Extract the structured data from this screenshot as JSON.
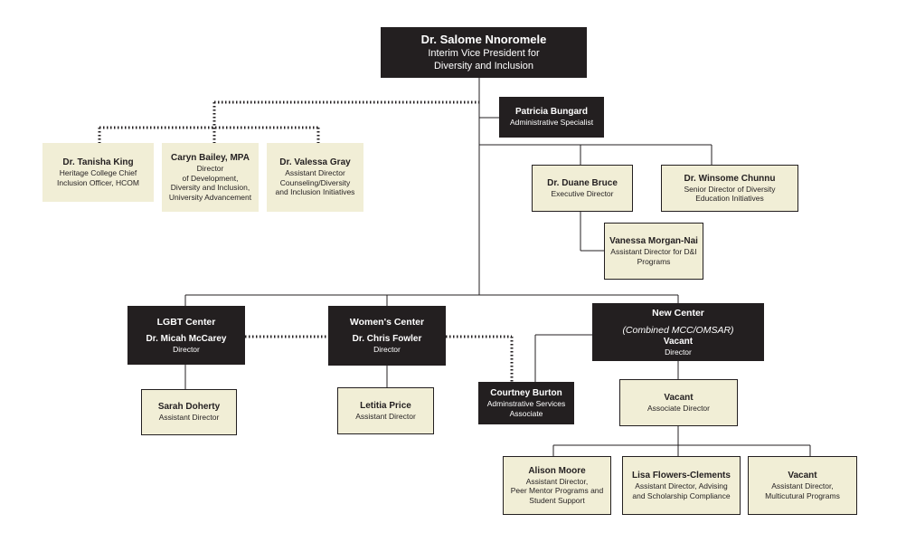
{
  "root": {
    "name": "Dr. Salome Nnoromele",
    "title1": "Interim Vice President for",
    "title2": "Diversity and Inclusion"
  },
  "assistant": {
    "name": "Patricia Bungard",
    "title": "Administrative Specialist"
  },
  "dotted_reports": [
    {
      "name": "Dr. Tanisha King",
      "title1": "Heritage College Chief",
      "title2": "Inclusion Officer, HCOM"
    },
    {
      "name": "Caryn Bailey, MPA",
      "title1": "Director",
      "title2": "of Development,",
      "title3": "Diversity and Inclusion,",
      "title4": "University Advancement"
    },
    {
      "name": "Dr. Valessa Gray",
      "title1": "Assistant Director",
      "title2": "Counseling/Diversity",
      "title3": "and Inclusion Initiatives"
    }
  ],
  "right_branch": {
    "bruce": {
      "name": "Dr. Duane Bruce",
      "title": "Executive Director"
    },
    "chunnu": {
      "name": "Dr. Winsome Chunnu",
      "title1": "Senior Director of Diversity",
      "title2": "Education Initiatives"
    },
    "morgan": {
      "name": "Vanessa Morgan-Nai",
      "title1": "Assistant Director for D&I",
      "title2": "Programs"
    }
  },
  "centers": {
    "lgbt": {
      "center": "LGBT Center",
      "name": "Dr. Micah McCarey",
      "title": "Director"
    },
    "women": {
      "center": "Women's Center",
      "name": "Dr. Chris Fowler",
      "title": "Director"
    },
    "new": {
      "center": "New Center",
      "subtitle": "(Combined MCC/OMSAR)",
      "name": "Vacant",
      "title": "Director"
    }
  },
  "staff": {
    "doherty": {
      "name": "Sarah Doherty",
      "title": "Assistant Director"
    },
    "price": {
      "name": "Letitia Price",
      "title": "Assistant Director"
    },
    "burton": {
      "name": "Courtney Burton",
      "title1": "Adminstrative Services",
      "title2": "Associate"
    },
    "assoc": {
      "name": "Vacant",
      "title": "Associate Director"
    },
    "moore": {
      "name": "Alison Moore",
      "title1": "Assistant Director,",
      "title2": "Peer Mentor Programs and",
      "title3": "Student Support"
    },
    "flowers": {
      "name": "Lisa Flowers-Clements",
      "title1": "Assistant Director, Advising",
      "title2": "and Scholarship Compliance"
    },
    "vacant_mc": {
      "name": "Vacant",
      "title1": "Assistant Director,",
      "title2": "Multicutural Programs"
    }
  },
  "colors": {
    "dark_box": "#231f20",
    "light_box": "#f1eed6",
    "line": "#231f20"
  }
}
